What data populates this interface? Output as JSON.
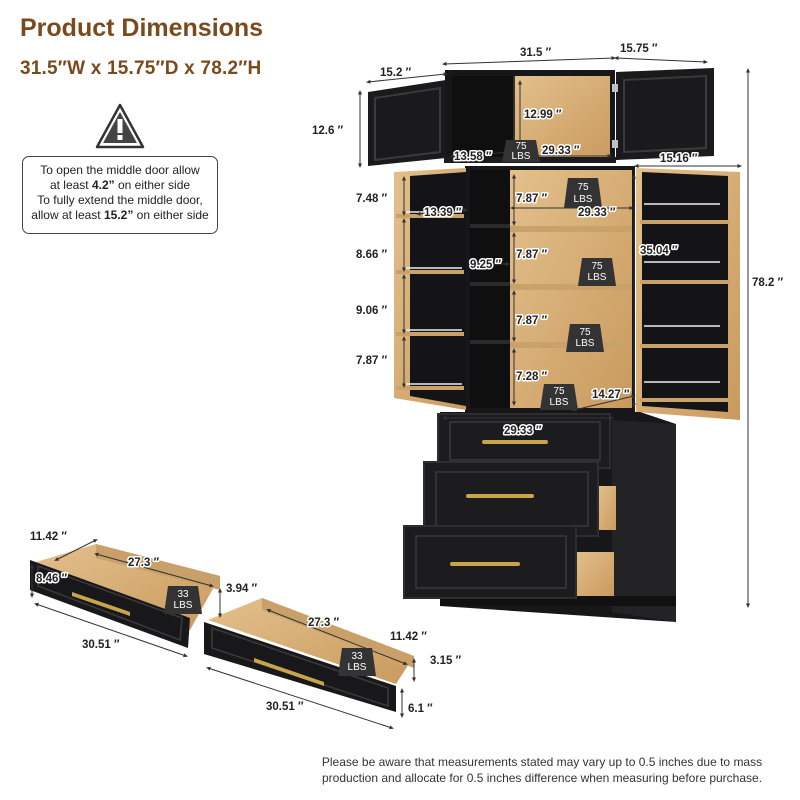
{
  "title": "Product Dimensions",
  "subtitle": "31.5″W x 15.75″D x 78.2″H",
  "note": {
    "line1_prefix": "To open the middle door allow",
    "line2_prefix": "at least ",
    "line2_value": "4.2”",
    "line2_suffix": " on either side",
    "line3_prefix": "To fully extend the middle door,",
    "line4_prefix": "allow at least ",
    "line4_value": "15.2”",
    "line4_suffix": " on either side"
  },
  "dimensions": {
    "top_width": "31.5 ″",
    "top_depth": "15.75 ″",
    "top_door": "15.2 ″",
    "top_height": "12.6 ″",
    "top_inner_h": "12.99 ″",
    "top_inner_d": "13.58 ″",
    "top_inner_w": "29.33 ″",
    "mid_door_w": "15.16 ″",
    "shelf1_h": "7.48 ″",
    "shelf2_h": "8.66 ″",
    "shelf3_h": "9.06 ″",
    "shelf4_h": "7.87 ″",
    "mid_depth": "13.39 ″",
    "mid_w": "29.33 ″",
    "inner1_h": "7.87 ″",
    "inner2_h": "7.87 ″",
    "inner3_h": "7.87 ″",
    "inner4_h": "7.28 ″",
    "door_gap": "9.25 ″",
    "door_h": "35.04 ″",
    "bottom_depth": "14.27 ″",
    "drawer_w": "29.33 ″",
    "total_h": "78.2 ″",
    "d1_h": "11.42 ″",
    "d1_inner_w": "27.3 ″",
    "d1_depth": "8.46 ″",
    "d1_side": "3.94 ″",
    "d1_w": "30.51 ″",
    "d2_inner_w": "27.3 ″",
    "d2_h": "11.42 ″",
    "d2_side": "3.15 ″",
    "d2_w": "30.51 ″",
    "d2_front": "6.1 ″"
  },
  "weights": {
    "shelf": [
      "75",
      "LBS"
    ],
    "drawer": [
      "33",
      "LBS"
    ]
  },
  "disclaimer": "Please be aware that measurements stated may vary up to 0.5 inches due to mass production and allocate for 0.5 inches difference when measuring before purchase.",
  "colors": {
    "brand": "#7a4a1c",
    "cabinet": "#17171a",
    "wood": "#d9b47e",
    "handle": "#c9a44a"
  }
}
